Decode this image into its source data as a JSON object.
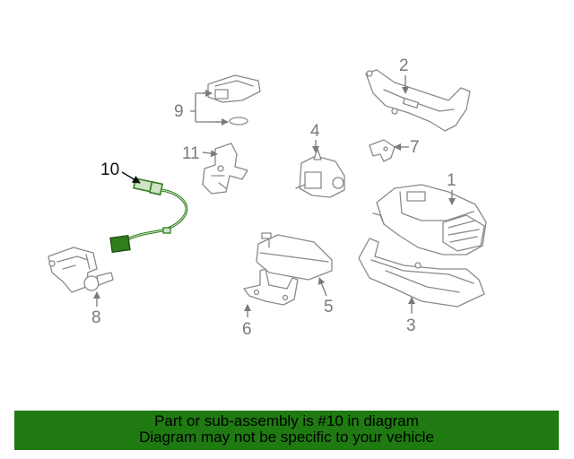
{
  "diagram": {
    "callouts": [
      "1",
      "2",
      "3",
      "4",
      "5",
      "6",
      "7",
      "8",
      "9",
      "10",
      "11"
    ],
    "highlighted_part": "10",
    "highlight_color": "#2f7d1c",
    "line_color": "#8a8a8a"
  },
  "banner": {
    "line1": "Part or sub-assembly is #10 in diagram",
    "line2": "Diagram may not be specific to your vehicle",
    "background": "#1f7a12"
  }
}
